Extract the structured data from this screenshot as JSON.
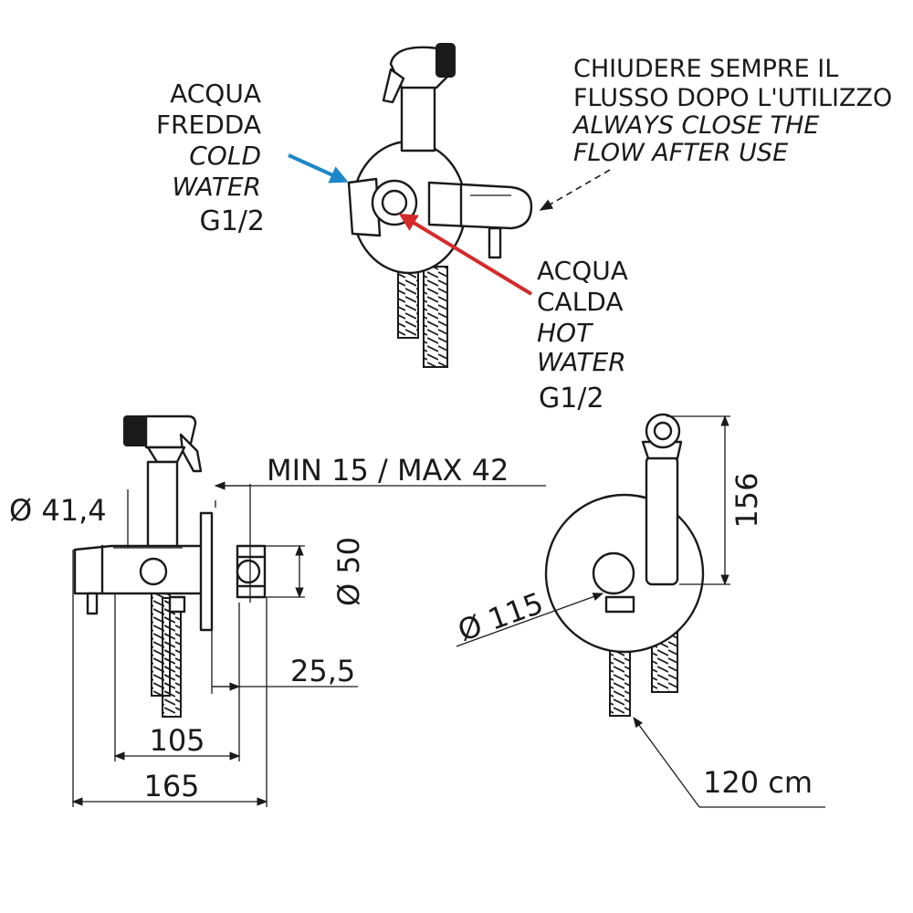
{
  "labels": {
    "cold_it": [
      "ACQUA",
      "FREDDA"
    ],
    "cold_en": [
      "COLD",
      "WATER"
    ],
    "cold_thread": "G1/2",
    "note_it": [
      "CHIUDERE SEMPRE IL",
      "FLUSSO DOPO L'UTILIZZO"
    ],
    "note_en": [
      "ALWAYS CLOSE THE",
      "FLOW AFTER  USE"
    ],
    "hot_it": [
      "ACQUA",
      "CALDA"
    ],
    "hot_en": [
      "HOT",
      "WATER"
    ],
    "hot_thread": "G1/2"
  },
  "dimensions": {
    "wall_range": "MIN 15 / MAX 42",
    "body_diameter": "Ø 41,4",
    "valve_diameter": "Ø 50",
    "projection": "25,5",
    "depth_inner": "105",
    "depth_total": "165",
    "handle_height": "156",
    "plate_diameter": "Ø 115",
    "hose_length": "120 cm"
  },
  "colors": {
    "cold_arrow": "#1e87c8",
    "hot_arrow": "#d42a2a",
    "line": "#1a1a1a"
  }
}
